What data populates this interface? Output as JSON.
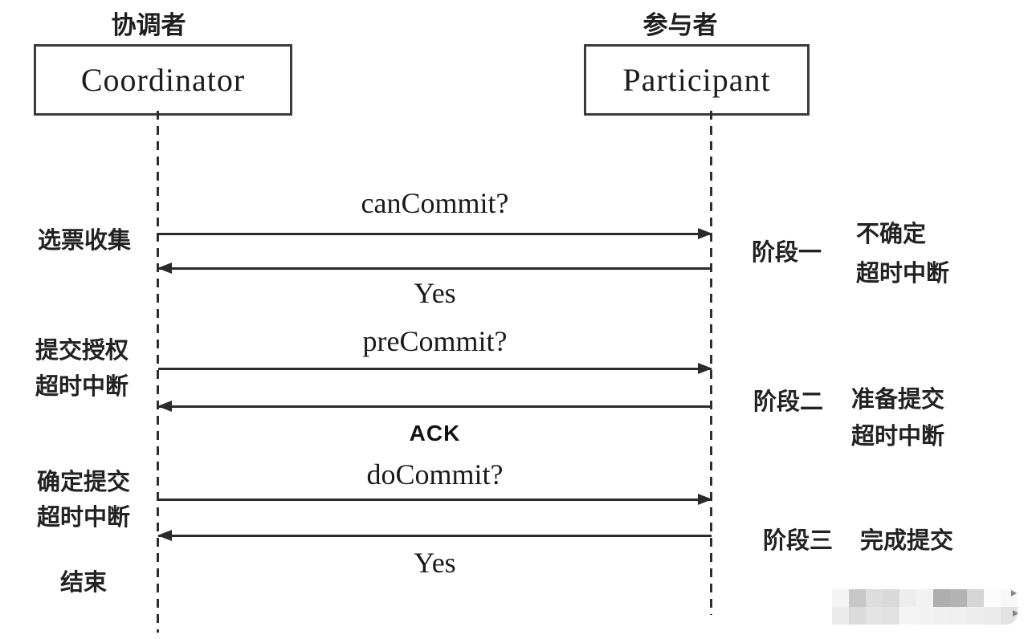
{
  "diagram": {
    "title_semantic": "three-phase-commit-sequence",
    "actors": [
      {
        "id": "coordinator",
        "zh": "协调者",
        "en": "Coordinator"
      },
      {
        "id": "participant",
        "zh": "参与者",
        "en": "Participant"
      }
    ],
    "messages": [
      {
        "label": "canCommit?",
        "from": "coordinator",
        "to": "participant",
        "direction": "right"
      },
      {
        "label": "Yes",
        "from": "participant",
        "to": "coordinator",
        "direction": "left"
      },
      {
        "label": "preCommit?",
        "from": "coordinator",
        "to": "participant",
        "direction": "right"
      },
      {
        "label": "ACK",
        "from": "participant",
        "to": "coordinator",
        "direction": "left"
      },
      {
        "label": "doCommit?",
        "from": "coordinator",
        "to": "participant",
        "direction": "right"
      },
      {
        "label": "Yes",
        "from": "participant",
        "to": "coordinator",
        "direction": "left"
      }
    ],
    "left_notes": [
      {
        "lines": [
          "选票收集"
        ]
      },
      {
        "lines": [
          "提交授权",
          "超时中断"
        ]
      },
      {
        "lines": [
          "确定提交",
          "超时中断"
        ]
      },
      {
        "lines": [
          "结束"
        ]
      }
    ],
    "right_notes": [
      {
        "phase": "阶段一",
        "lines": [
          "不确定",
          "超时中断"
        ]
      },
      {
        "phase": "阶段二",
        "lines": [
          "准备提交",
          "超时中断"
        ]
      },
      {
        "phase": "阶段三",
        "lines": [
          "完成提交"
        ]
      }
    ],
    "colors": {
      "line": "#2b2b2b",
      "text": "#1c1c1c",
      "background": "#ffffff"
    }
  },
  "watermark": {
    "rows": [
      [
        "#f4f4f4",
        "#c7c7c7",
        "#dddddd",
        "#d9d9d9",
        "#ededed",
        "#f2f2f2",
        "#aeaeae",
        "#b3b3b3",
        "#d5d5d5",
        "#fcfcfc",
        "#f8f8f8"
      ],
      [
        "#ebebeb",
        "#dadada",
        "#e3e3e3",
        "#e1e1e1",
        "#f4f4f4",
        "#f2f2f2",
        "#f0f0f0",
        "#efefef",
        "#ededed",
        "#eaeaea",
        "#e2e2e2"
      ]
    ]
  }
}
